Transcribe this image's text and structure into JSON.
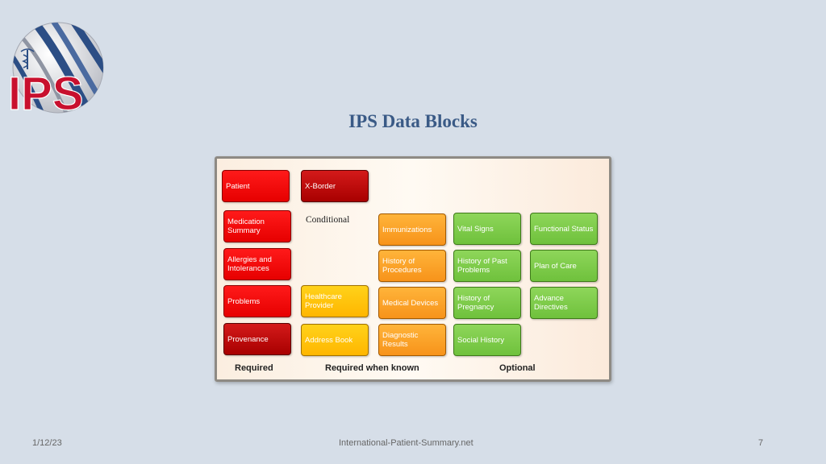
{
  "logo": {
    "text": "IPS",
    "colors": {
      "red": "#c8102e",
      "blue": "#2c4e85",
      "gray": "#b9bcc4"
    }
  },
  "title": "IPS Data Blocks",
  "panel": {
    "blocks": [
      {
        "label": "Patient",
        "color": "red"
      },
      {
        "label": "X-Border",
        "color": "dark"
      },
      {
        "label": "Medication Summary",
        "color": "red"
      },
      {
        "label": "Immunizations",
        "color": "orange"
      },
      {
        "label": "Vital Signs",
        "color": "green"
      },
      {
        "label": "Functional Status",
        "color": "green"
      },
      {
        "label": "Allergies and Intolerances",
        "color": "red"
      },
      {
        "label": "History of Procedures",
        "color": "orange"
      },
      {
        "label": "History of Past Problems",
        "color": "green"
      },
      {
        "label": "Plan of Care",
        "color": "green"
      },
      {
        "label": "Problems",
        "color": "red"
      },
      {
        "label": "Healthcare Provider",
        "color": "yellow"
      },
      {
        "label": "Medical Devices",
        "color": "orange"
      },
      {
        "label": "History of Pregnancy",
        "color": "green"
      },
      {
        "label": "Advance Directives",
        "color": "green"
      },
      {
        "label": "Provenance",
        "color": "dark"
      },
      {
        "label": "Address Book",
        "color": "yellow"
      },
      {
        "label": "Diagnostic Results",
        "color": "orange"
      },
      {
        "label": "Social History",
        "color": "green"
      }
    ],
    "conditional_label": "Conditional",
    "categories": {
      "required": "Required",
      "required_when_known": "Required when known",
      "optional": "Optional"
    }
  },
  "footer": {
    "date": "1/12/23",
    "site": "International-Patient-Summary.net",
    "page": "7"
  }
}
